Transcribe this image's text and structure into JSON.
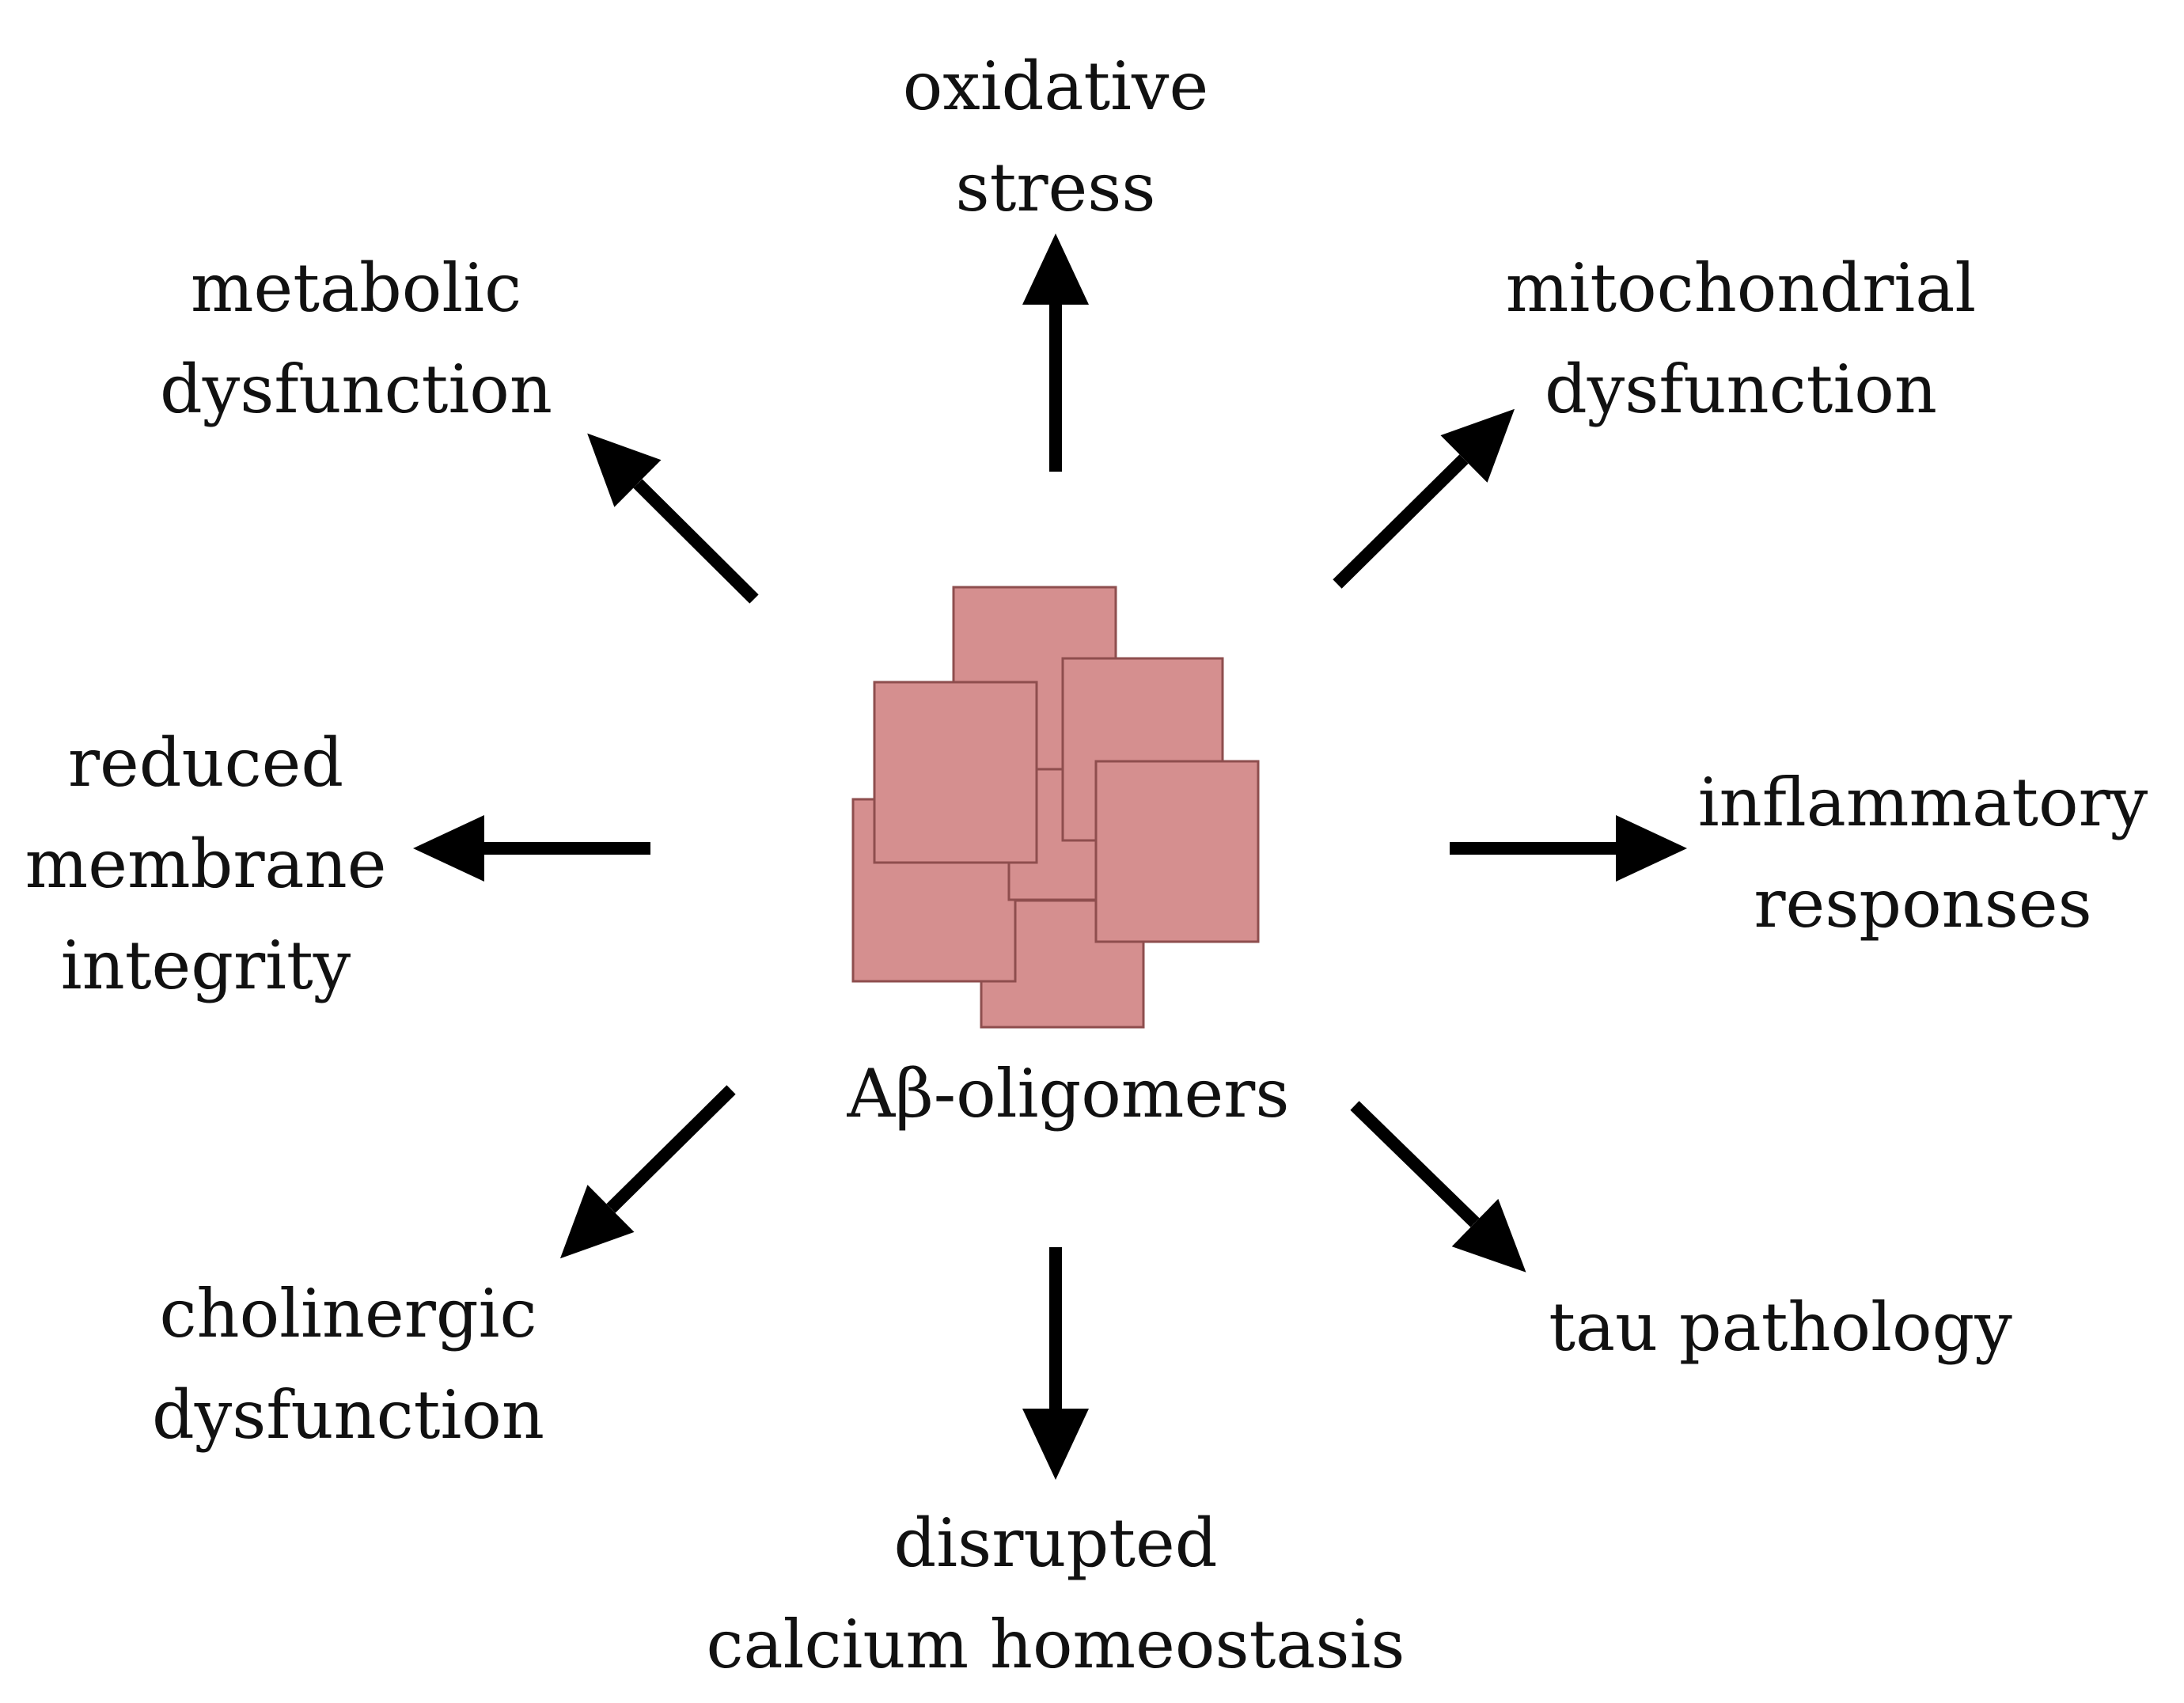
{
  "diagram": {
    "center_label": "Aβ-oligomers",
    "colors": {
      "oligomer_fill": "#d58f8f",
      "oligomer_stroke": "#8e4e4e",
      "arrow": "#000000"
    },
    "effects": [
      {
        "id": "oxidative",
        "lines": [
          "oxidative",
          "stress"
        ]
      },
      {
        "id": "mitochondrial",
        "lines": [
          "mitochondrial",
          "dysfunction"
        ]
      },
      {
        "id": "inflammatory",
        "lines": [
          "inflammatory",
          "responses"
        ]
      },
      {
        "id": "tau",
        "lines": [
          "tau pathology"
        ]
      },
      {
        "id": "calcium",
        "lines": [
          "disrupted",
          "calcium homeostasis"
        ]
      },
      {
        "id": "cholinergic",
        "lines": [
          "cholinergic",
          "dysfunction"
        ]
      },
      {
        "id": "membrane",
        "lines": [
          "reduced",
          "membrane",
          "integrity"
        ]
      },
      {
        "id": "metabolic",
        "lines": [
          "metabolic",
          "dysfunction"
        ]
      }
    ]
  }
}
